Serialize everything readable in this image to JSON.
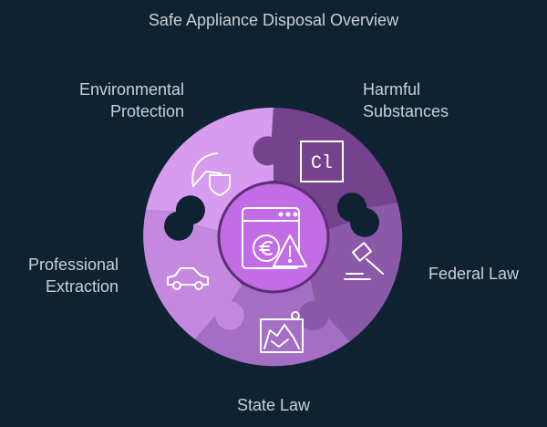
{
  "title": "Safe Appliance Disposal Overview",
  "segments": [
    {
      "id": "environmental-protection",
      "label_lines": [
        "Environmental",
        "Protection"
      ],
      "color": "#d79bf0",
      "icon": "leaf-shield-icon"
    },
    {
      "id": "harmful-substances",
      "label_lines": [
        "Harmful",
        "Substances"
      ],
      "color": "#75428e",
      "icon": "chlorine-element-icon",
      "icon_text": "Cl"
    },
    {
      "id": "federal-law",
      "label_lines": [
        "Federal Law"
      ],
      "color": "#8a5aa8",
      "icon": "gavel-icon"
    },
    {
      "id": "state-law",
      "label_lines": [
        "State Law"
      ],
      "color": "#a46ec4",
      "icon": "state-map-icon"
    },
    {
      "id": "professional-extraction",
      "label_lines": [
        "Professional",
        "Extraction"
      ],
      "color": "#c489df",
      "icon": "vehicle-icon"
    }
  ],
  "center": {
    "icon": "appliance-hazard-icon",
    "color": "#c26ce6"
  },
  "colors": {
    "background": "#0f2232",
    "text": "#c9d0d6",
    "icon_stroke": "#ffffff"
  }
}
